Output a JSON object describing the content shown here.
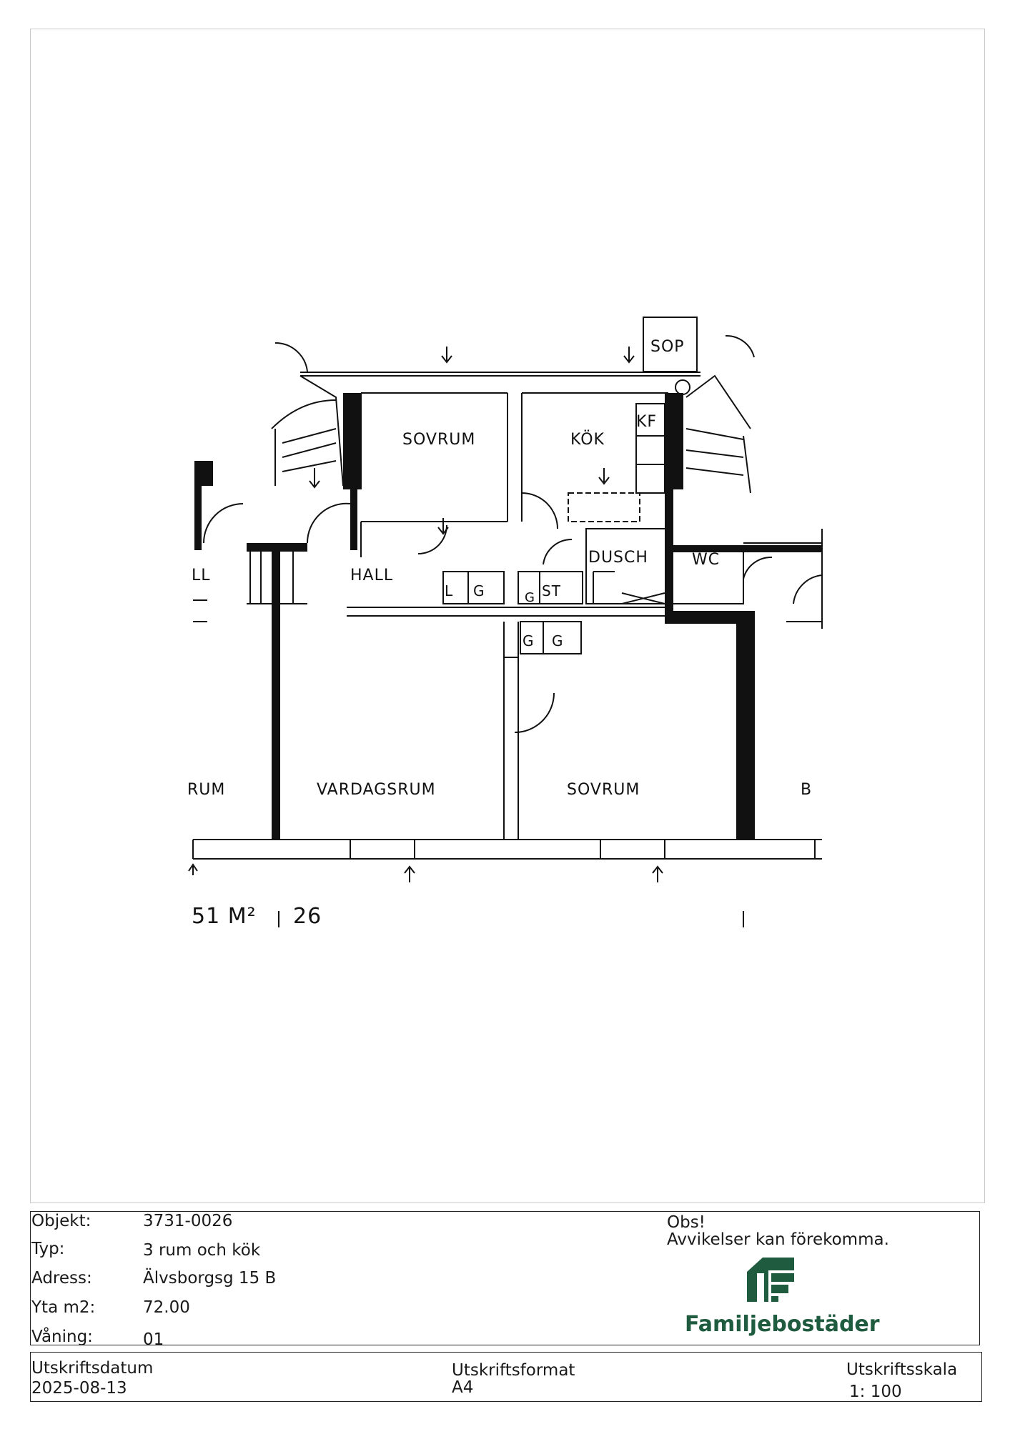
{
  "plan": {
    "room_labels": {
      "sovrum_top": "SOVRUM",
      "kok": "KÖK",
      "kf": "KF",
      "sop": "SOP",
      "hall_left": "LL",
      "hall": "HALL",
      "dusch": "DUSCH",
      "wc": "WC",
      "vardagsrum": "VARDAGSRUM",
      "sovrum_bottom": "SOVRUM",
      "rum_left": "RUM",
      "balcony_right": "B",
      "closet_l": "L",
      "closet_g1": "G",
      "closet_g2": "G",
      "closet_st": "ST",
      "closet_g3": "G",
      "closet_g4": "G"
    },
    "area_note": "51 M²",
    "area_note_2": "26"
  },
  "info": {
    "objekt_label": "Objekt:",
    "objekt_value": "3731-0026",
    "typ_label": "Typ:",
    "typ_value": "3 rum och kök",
    "adress_label": "Adress:",
    "adress_value": "Älvsborgsg 15 B",
    "yta_label": "Yta m2:",
    "yta_value": "72.00",
    "vaning_label": "Våning:",
    "vaning_value": "01",
    "obs_title": "Obs!",
    "obs_text": "Avvikelser kan förekomma.",
    "brand_name": "Familjebostäder",
    "brand_color": "#1f5b3f"
  },
  "footer": {
    "datum_label": "Utskriftsdatum",
    "datum_value": "2025-08-13",
    "format_label": "Utskriftsformat",
    "format_value": "A4",
    "skala_label": "Utskriftsskala",
    "skala_value": "1: 100"
  }
}
